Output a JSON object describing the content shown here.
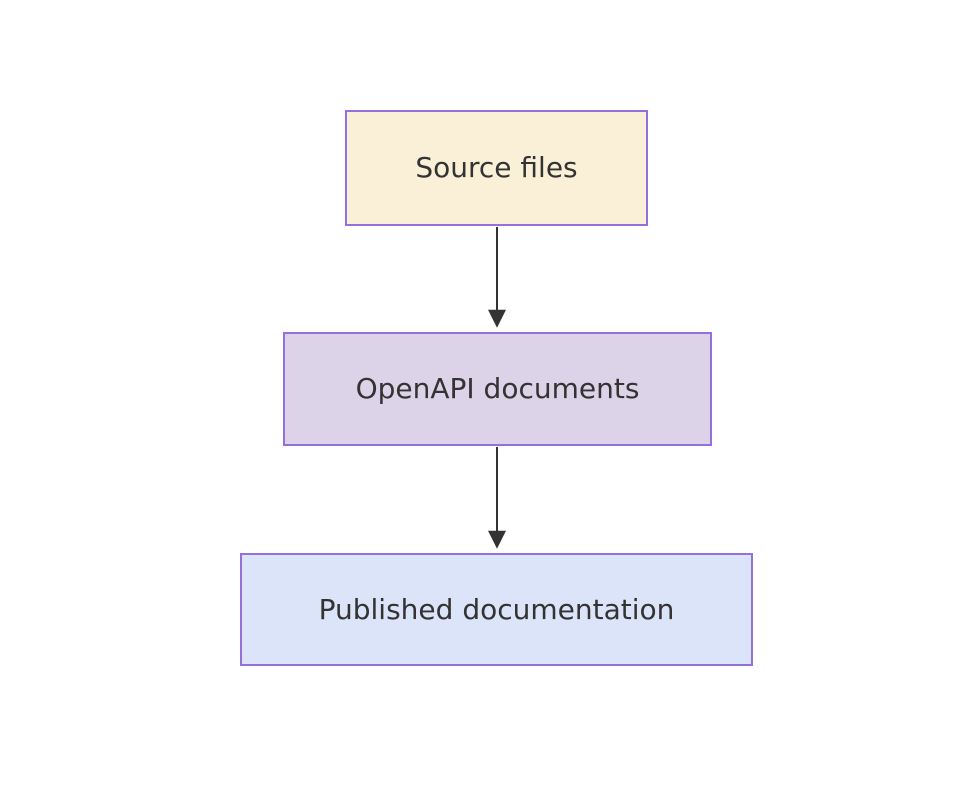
{
  "diagram": {
    "type": "flowchart",
    "direction": "top-down",
    "background_color": "#ffffff",
    "node_border_color": "#9370db",
    "node_text_color": "#333333",
    "arrow_color": "#333333",
    "nodes": [
      {
        "id": "source-files",
        "label": "Source files",
        "fill": "#faf0d8"
      },
      {
        "id": "openapi-documents",
        "label": "OpenAPI documents",
        "fill": "#ddd3e8"
      },
      {
        "id": "published-documentation",
        "label": "Published documentation",
        "fill": "#dbe4f8"
      }
    ],
    "edges": [
      {
        "from": "source-files",
        "to": "openapi-documents",
        "style": "solid-arrow"
      },
      {
        "from": "openapi-documents",
        "to": "published-documentation",
        "style": "solid-arrow"
      }
    ]
  }
}
